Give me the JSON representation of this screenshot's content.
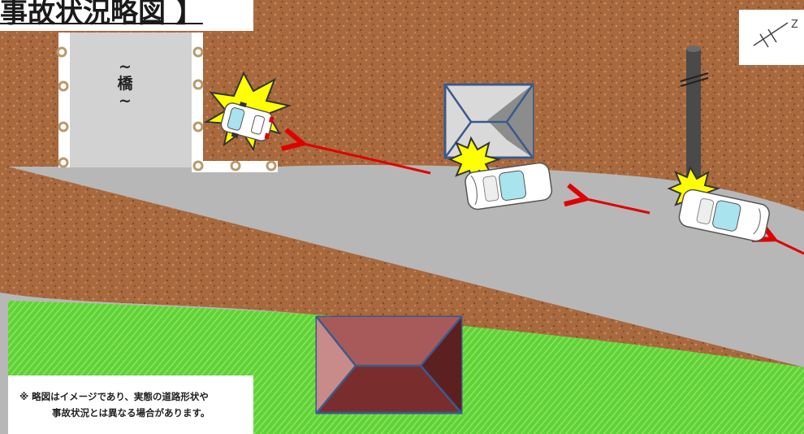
{
  "title": "事故状況略図 】",
  "bridge_label": [
    "~",
    "橋",
    "~"
  ],
  "note": {
    "line1": "※ 略図はイメージであり、実態の道路形状や",
    "line2": "事故状況とは異なる場合があります。"
  },
  "north_mark_icon": "north-arrow-icon",
  "colors": {
    "ground_brown": "#a8693f",
    "road_gray": "#b7b7b7",
    "grass_green": "#5fd23a",
    "bridge_gray": "#d2d2d2",
    "arrow_red": "#e00000",
    "impact_yellow": "#ffff00",
    "house_top_fill": "#d9d9d9",
    "house_bottom_fill": "#8b3a3a",
    "pole_gray": "#4a4a4a"
  }
}
